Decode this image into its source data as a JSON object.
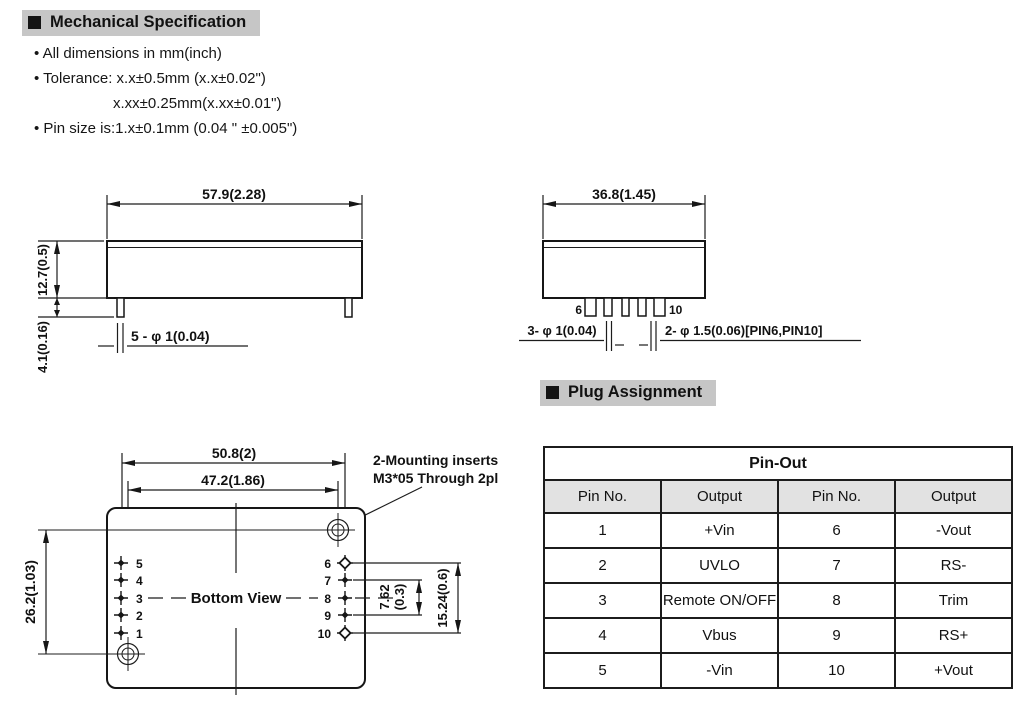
{
  "sections": {
    "mechanical_title": "Mechanical Specification",
    "plug_title": "Plug Assignment"
  },
  "notes": {
    "line1": "All dimensions in mm(inch)",
    "line2": "Tolerance: x.x±0.5mm (x.x±0.02\")",
    "line3": "x.xx±0.25mm(x.xx±0.01\")",
    "line4": "Pin size is:1.x±0.1mm (0.04 \" ±0.005\")"
  },
  "front_view": {
    "width_dim": "57.9(2.28)",
    "body_height_dim": "12.7(0.5)",
    "pin_length_dim": "4.1(0.16)",
    "pin_spec": "5 - φ 1(0.04)"
  },
  "side_view": {
    "width_dim": "36.8(1.45)",
    "first_pin": "6",
    "last_pin": "10",
    "small_pin_spec": "3- φ 1(0.04)",
    "large_pin_spec": "2- φ 1.5(0.06)[PIN6,PIN10]"
  },
  "bottom_view": {
    "outer_span_dim": "50.8(2)",
    "inner_span_dim": "47.2(1.86)",
    "mount_note1": "2-Mounting inserts",
    "mount_note2": "M3*05 Through 2pl",
    "label": "Bottom View",
    "left_span_dim": "26.2(1.03)",
    "pitch_dim_a": "7.62",
    "pitch_dim_a2": "(0.3)",
    "pitch_dim_b": "15.24(0.6)",
    "left_pins": [
      "5",
      "4",
      "3",
      "2",
      "1"
    ],
    "right_pins": [
      "6",
      "7",
      "8",
      "9",
      "10"
    ]
  },
  "pinout_table": {
    "title": "Pin-Out",
    "headers": [
      "Pin No.",
      "Output",
      "Pin No.",
      "Output"
    ],
    "rows": [
      [
        "1",
        "+Vin",
        "6",
        "-Vout"
      ],
      [
        "2",
        "UVLO",
        "7",
        "RS-"
      ],
      [
        "3",
        "Remote ON/OFF",
        "8",
        "Trim"
      ],
      [
        "4",
        "Vbus",
        "9",
        "RS+"
      ],
      [
        "5",
        "-Vin",
        "10",
        "+Vout"
      ]
    ]
  },
  "colors": {
    "section_header_bg": "#c6c6c6",
    "table_header_bg": "#e2e2e2",
    "ink": "#161616"
  }
}
